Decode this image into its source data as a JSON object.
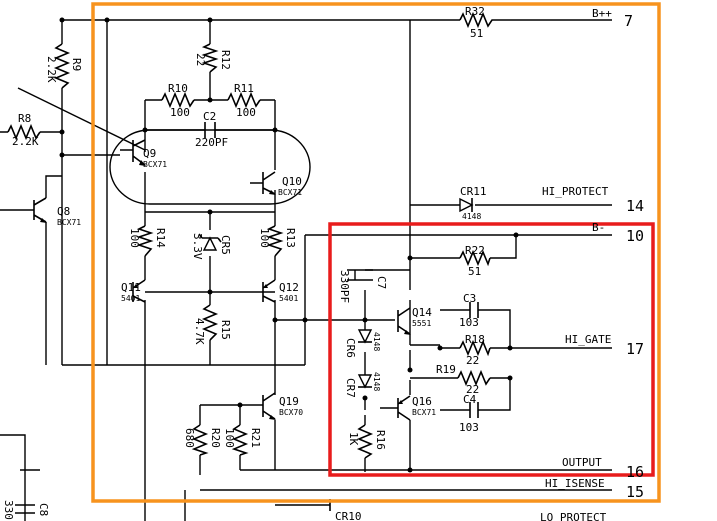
{
  "highlight_colors": {
    "outer_box": "#f7931e",
    "inner_box": "#e81c1c"
  },
  "components": {
    "R32": {
      "ref": "R32",
      "value": "51"
    },
    "R9": {
      "ref": "R9",
      "value": "2.2K"
    },
    "R8": {
      "ref": "R8",
      "value": "2.2K"
    },
    "R12": {
      "ref": "R12",
      "value": "22"
    },
    "R10": {
      "ref": "R10",
      "value": "100"
    },
    "R11": {
      "ref": "R11",
      "value": "100"
    },
    "C2": {
      "ref": "C2",
      "value": "220PF"
    },
    "Q9": {
      "ref": "Q9",
      "value": "BCX71"
    },
    "Q10": {
      "ref": "Q10",
      "value": "BCX71"
    },
    "Q8": {
      "ref": "Q8",
      "value": "BCX71"
    },
    "CR11": {
      "ref": "CR11",
      "value": "4148"
    },
    "R14": {
      "ref": "R14",
      "value": "100"
    },
    "CR5": {
      "ref": "CR5",
      "value": "3.3V"
    },
    "R13": {
      "ref": "R13",
      "value": "100"
    },
    "R22": {
      "ref": "R22",
      "value": "51"
    },
    "Q11": {
      "ref": "Q11",
      "value": "5401"
    },
    "Q12": {
      "ref": "Q12",
      "value": "5401"
    },
    "C7": {
      "ref": "C7",
      "value": "330PF"
    },
    "R15": {
      "ref": "R15",
      "value": "4.7K"
    },
    "Q14": {
      "ref": "Q14",
      "value": "5551"
    },
    "C3": {
      "ref": "C3",
      "value": "103"
    },
    "CR6": {
      "ref": "CR6",
      "value": "4148"
    },
    "R18": {
      "ref": "R18",
      "value": "22"
    },
    "CR7": {
      "ref": "CR7",
      "value": "4148"
    },
    "R19": {
      "ref": "R19",
      "value": "22"
    },
    "Q19": {
      "ref": "Q19",
      "value": "BCX70"
    },
    "Q16": {
      "ref": "Q16",
      "value": "BCX71"
    },
    "C4": {
      "ref": "C4",
      "value": "103"
    },
    "R20": {
      "ref": "R20",
      "value": "680"
    },
    "R21": {
      "ref": "R21",
      "value": "100"
    },
    "R16": {
      "ref": "R16",
      "value": "1K"
    },
    "C8": {
      "ref": "C8",
      "value": "330"
    },
    "CR10": {
      "ref": "CR10",
      "value": ""
    }
  },
  "nets": {
    "b_plus": "B++",
    "b_minus": "B-",
    "hi_protect": "HI_PROTECT",
    "hi_gate": "HI_GATE",
    "output": "OUTPUT",
    "hi_isense": "HI_ISENSE",
    "lo_protect": "LO_PROTECT"
  },
  "pins": {
    "p7": "7",
    "p14": "14",
    "p10": "10",
    "p17": "17",
    "p16": "16",
    "p15": "15"
  }
}
